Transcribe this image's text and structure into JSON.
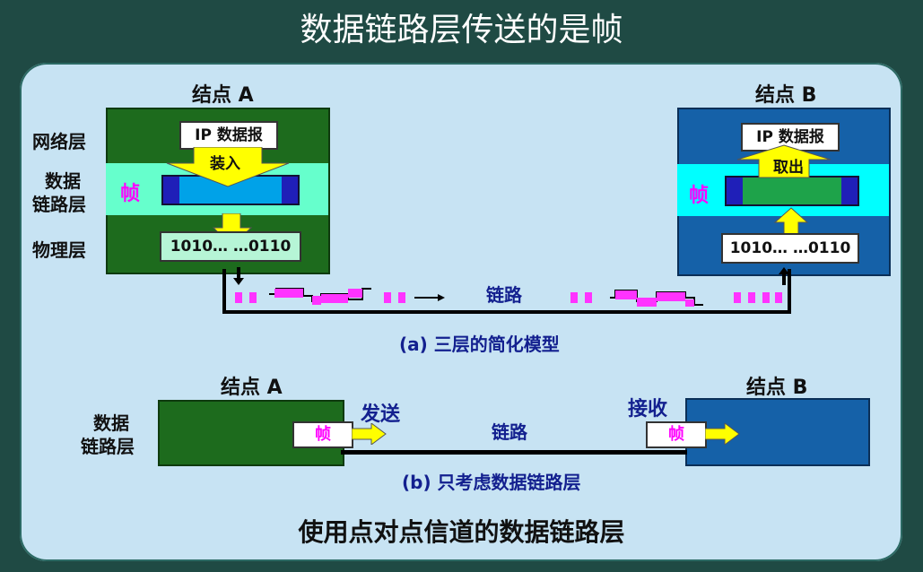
{
  "title": "数据链路层传送的是帧",
  "diagram_a": {
    "node_a_label": "结点 A",
    "node_b_label": "结点 B",
    "layer_network": "网络层",
    "layer_datalink_l1": "数据",
    "layer_datalink_l2": "链路层",
    "layer_physical": "物理层",
    "ip_packet_a": "IP 数据报",
    "ip_packet_b": "IP 数据报",
    "encapsulate": "装入",
    "extract": "取出",
    "frame_a": "帧",
    "frame_b": "帧",
    "bits_a": "1010… …0110",
    "bits_b": "1010… …0110",
    "link_label": "链路",
    "caption": "(a) 三层的简化模型"
  },
  "diagram_b": {
    "node_a_label": "结点 A",
    "node_b_label": "结点 B",
    "layer_datalink_l1": "数据",
    "layer_datalink_l2": "链路层",
    "send": "发送",
    "receive": "接收",
    "frame_a": "帧",
    "frame_b": "帧",
    "link_label": "链路",
    "caption": "(b) 只考虑数据链路层"
  },
  "footer": "使用点对点信道的数据链路层",
  "colors": {
    "green_node": "#1d6b1d",
    "blue_node": "#1561a8",
    "cyan": "#00ffff",
    "magenta": "#ff33ff",
    "yellow_arrow": "#ffff00",
    "caption_blue": "#13208f"
  }
}
